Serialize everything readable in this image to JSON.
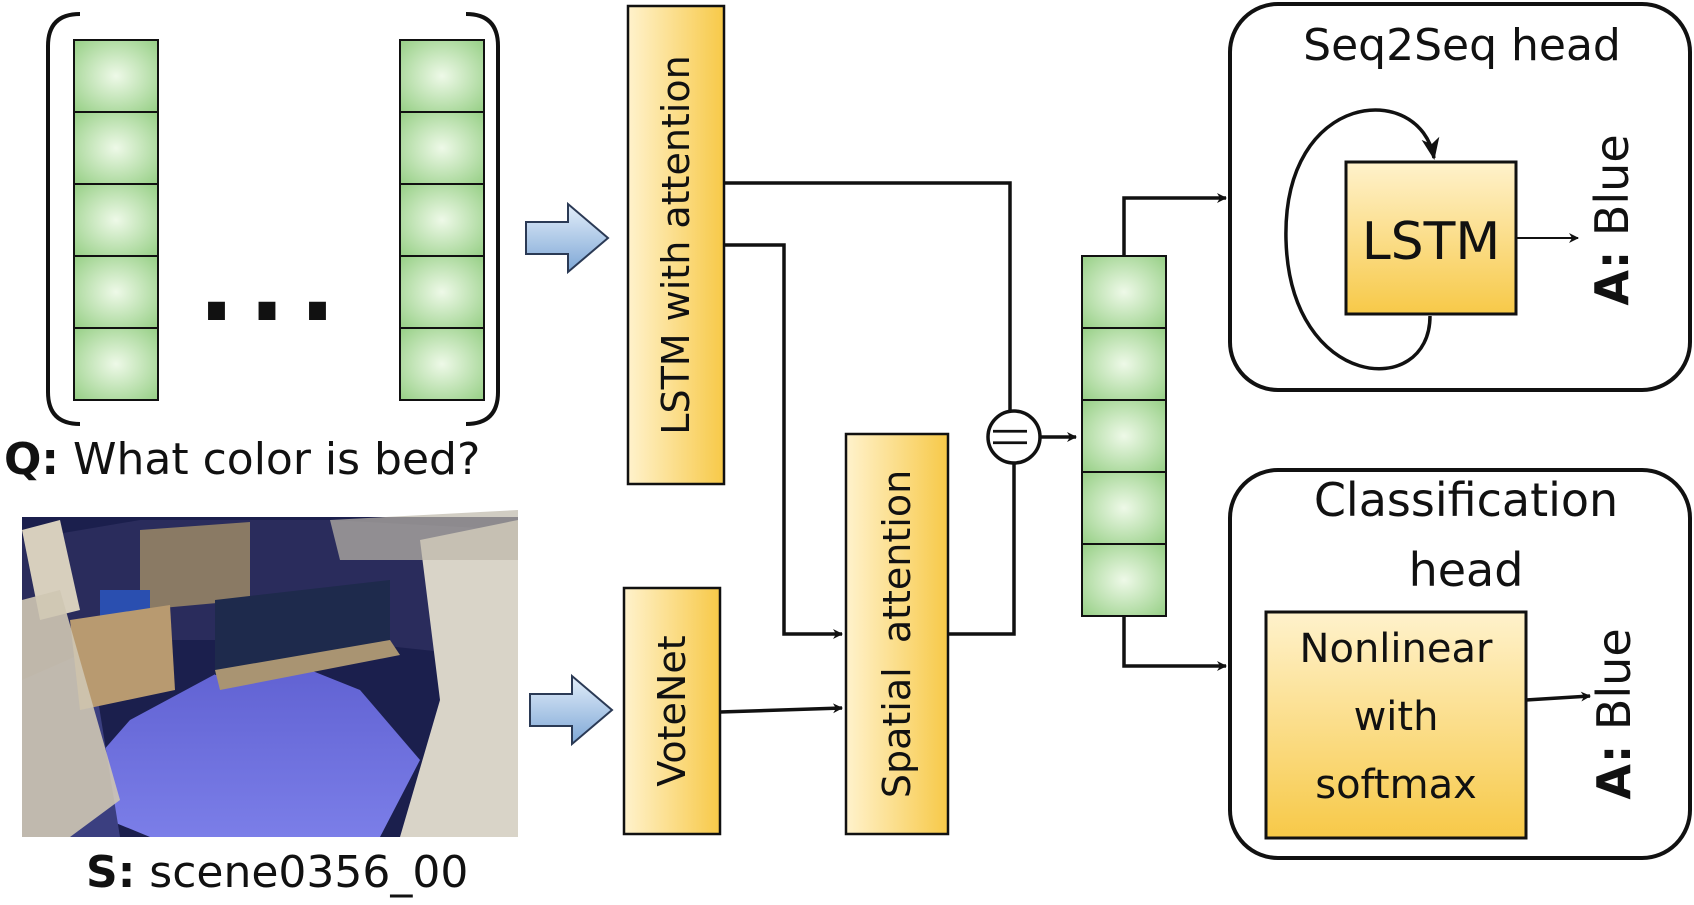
{
  "question": {
    "prefix": "Q:",
    "text": " What color is bed?"
  },
  "scene": {
    "prefix": "S:",
    "text": " scene0356_00"
  },
  "ellipsis": "...",
  "blocks": {
    "lstm_attention": "LSTM with attention",
    "votenet": "VoteNet",
    "spatial_attention": "Spatial  attention",
    "concat_symbol": "||"
  },
  "seq2seq_head": {
    "title": "Seq2Seq head",
    "lstm_label": "LSTM",
    "answer_prefix": "A:",
    "answer_text": " Blue"
  },
  "classification_head": {
    "title_line1": "Classification",
    "title_line2": "head",
    "box_line1": "Nonlinear",
    "box_line2": "with",
    "box_line3": "softmax",
    "answer_prefix": "A:",
    "answer_text": " Blue"
  },
  "colors": {
    "yellow_light": "#fff2cc",
    "yellow_dark": "#f7c948",
    "green_light": "#e6f5e0",
    "green_dark": "#96cf85",
    "arrow_light": "#d6e6f7",
    "arrow_dark": "#7ea7d6"
  }
}
